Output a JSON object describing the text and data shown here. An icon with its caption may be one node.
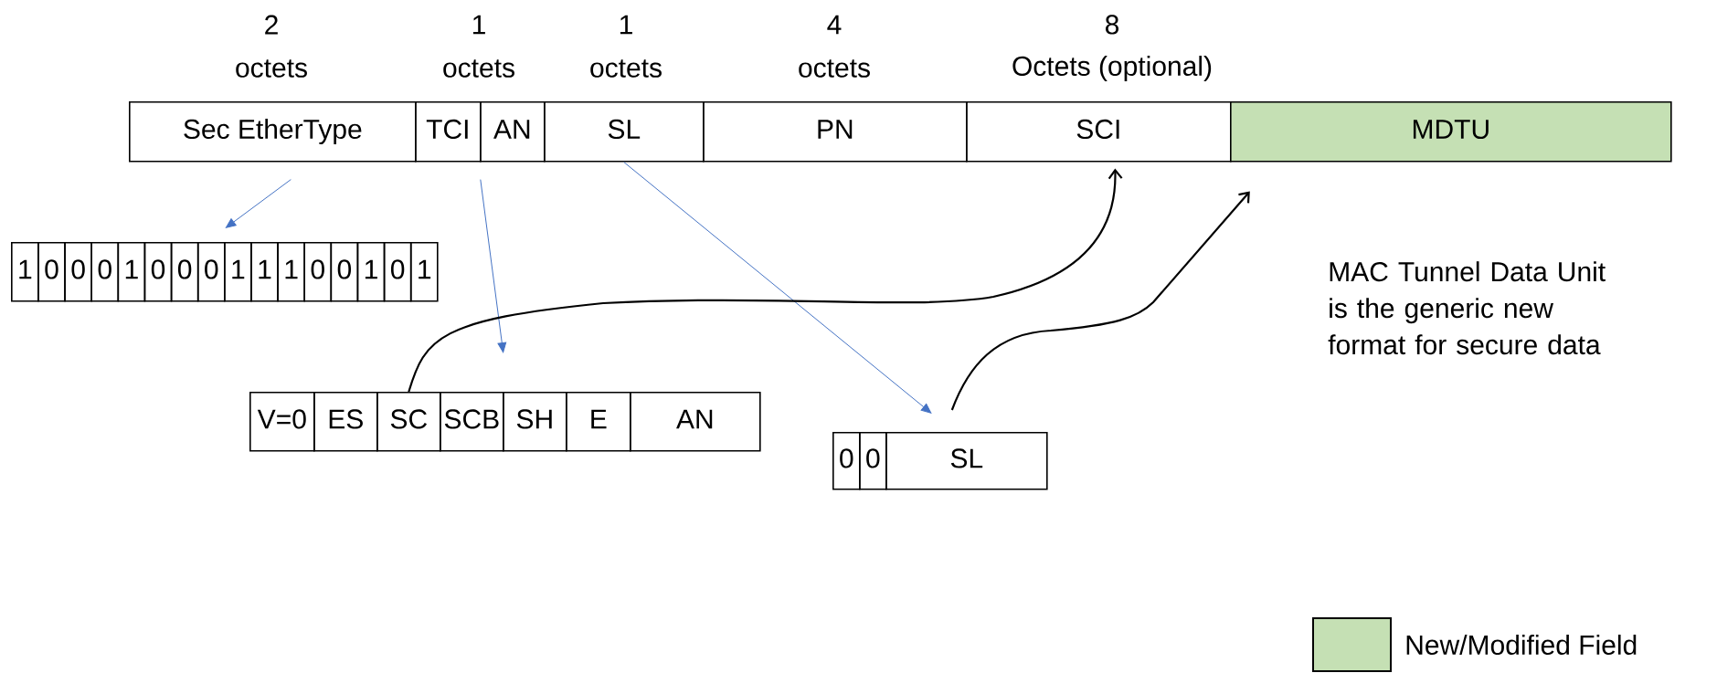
{
  "diagram": {
    "nodes": [
      {
        "text": [
          "Sec EtherType"
        ]
      },
      {
        "text": [
          "TCI"
        ]
      },
      {
        "text": [
          "AN"
        ]
      },
      {
        "text": [
          "SL"
        ]
      },
      {
        "text": [
          "PN"
        ]
      },
      {
        "text": [
          "SCI"
        ]
      },
      {
        "text": [
          "MDTU"
        ]
      },
      {
        "text": [
          "1"
        ]
      },
      {
        "text": [
          "0"
        ]
      },
      {
        "text": [
          "0"
        ]
      },
      {
        "text": [
          "0"
        ]
      },
      {
        "text": [
          "1"
        ]
      },
      {
        "text": [
          "0"
        ]
      },
      {
        "text": [
          "0"
        ]
      },
      {
        "text": [
          "0"
        ]
      },
      {
        "text": [
          "1"
        ]
      },
      {
        "text": [
          "1"
        ]
      },
      {
        "text": [
          "1"
        ]
      },
      {
        "text": [
          "0"
        ]
      },
      {
        "text": [
          "0"
        ]
      },
      {
        "text": [
          "1"
        ]
      },
      {
        "text": [
          "0"
        ]
      },
      {
        "text": [
          "1"
        ]
      },
      {
        "text": [
          "V=0"
        ]
      },
      {
        "text": [
          "ES"
        ]
      },
      {
        "text": [
          "SC"
        ]
      },
      {
        "text": [
          "SCB"
        ]
      },
      {
        "text": [
          "SH"
        ]
      },
      {
        "text": [
          "E"
        ]
      },
      {
        "text": [
          "AN"
        ]
      },
      {
        "text": [
          "0"
        ]
      },
      {
        "text": [
          "0"
        ]
      },
      {
        "text": [
          "SL"
        ]
      }
    ],
    "edges": [
      {
        "from": 0,
        "to": 15,
        "arrow": "to"
      },
      {
        "from": 1,
        "to": 26,
        "arrow": "to"
      },
      {
        "from": 3,
        "to": 32,
        "arrow": "to"
      },
      {
        "from": 25,
        "to": 5,
        "arrow": "to",
        "color": "#000000"
      },
      {
        "from": 32,
        "to": 6,
        "arrow": "to",
        "color": "#000000"
      }
    ],
    "labels": [
      "2",
      "1",
      "1",
      "4",
      "8",
      "octets",
      "octets",
      "octets",
      "octets",
      "Octets (optional)",
      "MAC Tunnel Data Unit is the generic new format for secure data"
    ],
    "legend": [
      {
        "text": "New/Modified Field",
        "color": "#c5e0b4"
      }
    ]
  }
}
